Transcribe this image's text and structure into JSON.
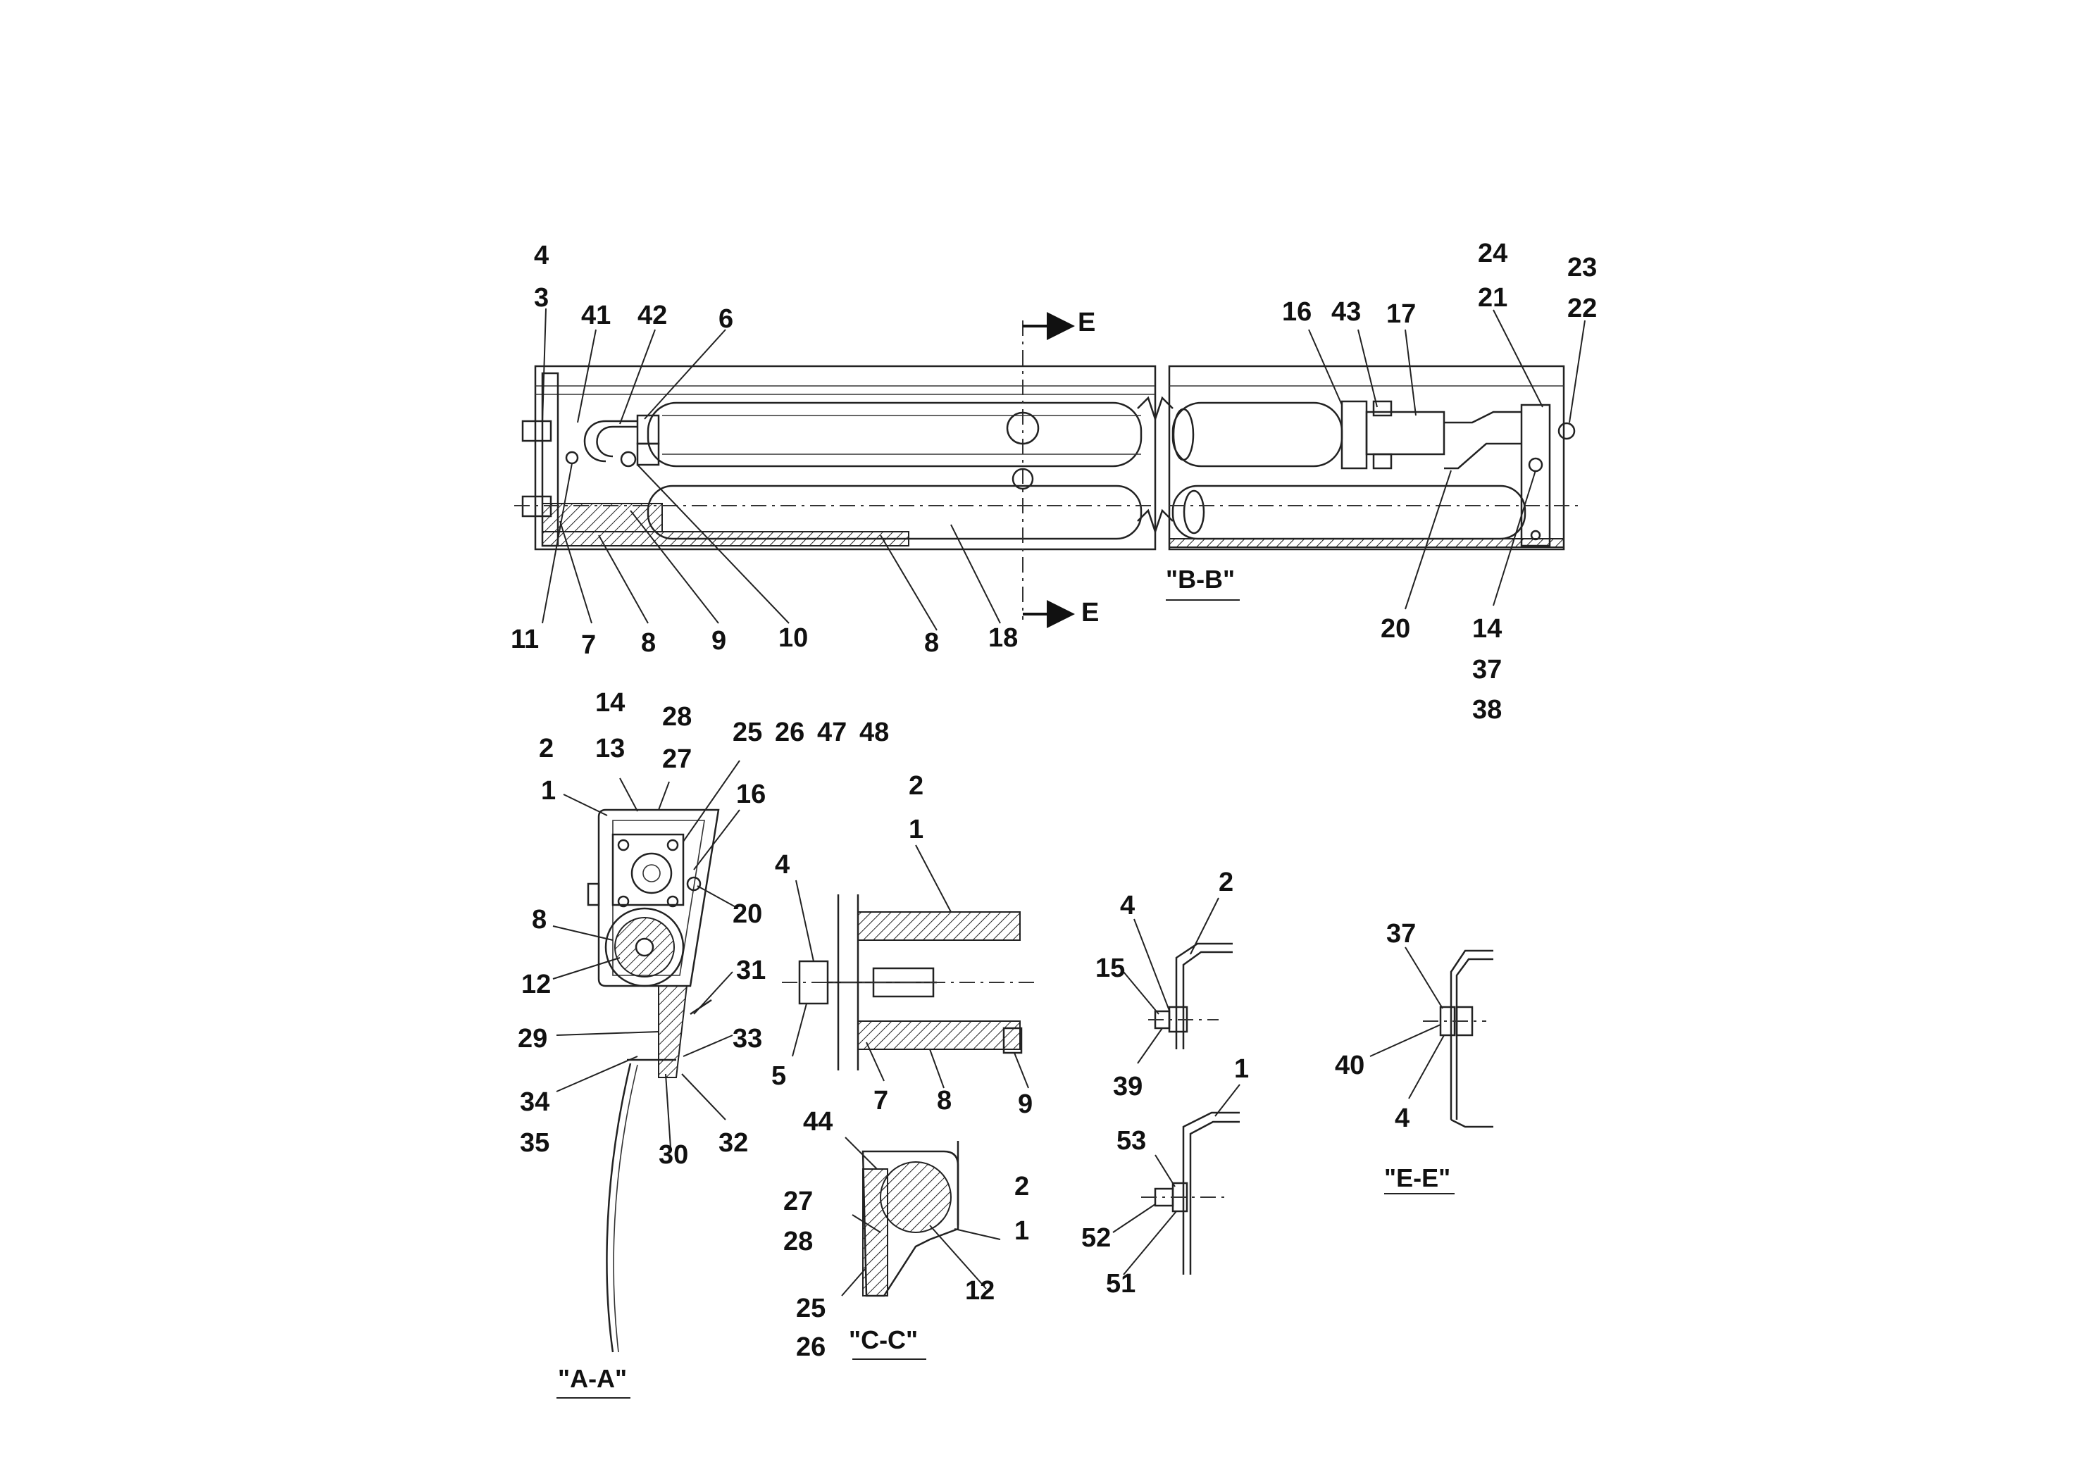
{
  "views": {
    "main": {
      "labels": [
        "4",
        "3",
        "41",
        "42",
        "6",
        "16",
        "43",
        "17",
        "24",
        "21",
        "23",
        "22",
        "11",
        "7",
        "8",
        "9",
        "10",
        "8",
        "18",
        "20",
        "14",
        "37",
        "38"
      ],
      "section_marks": [
        "E",
        "E"
      ],
      "title": "\"B-B\""
    },
    "section_a": {
      "labels": [
        "14",
        "28",
        "2",
        "13",
        "27",
        "25",
        "26",
        "47",
        "48",
        "1",
        "16",
        "20",
        "8",
        "12",
        "31",
        "29",
        "33",
        "34",
        "35",
        "30",
        "32"
      ],
      "title": "\"A-A\""
    },
    "detail_bolt": {
      "labels": [
        "2",
        "1",
        "4",
        "5",
        "7",
        "8",
        "9"
      ]
    },
    "section_c": {
      "labels": [
        "44",
        "27",
        "28",
        "2",
        "1",
        "25",
        "12",
        "26"
      ],
      "title": "\"C-C\""
    },
    "detail_15": {
      "labels": [
        "4",
        "2",
        "15",
        "39"
      ]
    },
    "detail_53": {
      "labels": [
        "1",
        "53",
        "52",
        "51"
      ]
    },
    "section_e": {
      "labels": [
        "37",
        "40",
        "4"
      ],
      "title": "\"E-E\""
    }
  }
}
